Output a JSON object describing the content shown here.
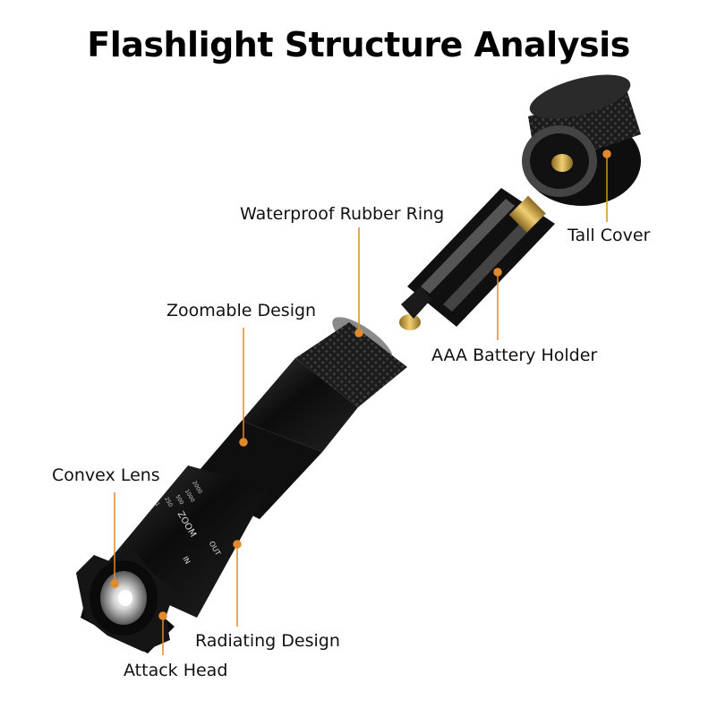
{
  "title": "Flashlight Structure Analysis",
  "labels": {
    "waterproof_ring": "Waterproof Rubber Ring",
    "tall_cover": "Tall Cover",
    "zoomable": "Zoomable Design",
    "battery_holder": "AAA Battery Holder",
    "convex_lens": "Convex Lens",
    "radiating": "Radiating Design",
    "attack_head": "Attack Head"
  },
  "body_markings": {
    "zoom": "ZOOM",
    "out": "OUT",
    "in": "IN",
    "scale": [
      "2000",
      "1000",
      "500",
      "250",
      "1"
    ]
  },
  "colors": {
    "callout_line": "#e08a2c",
    "callout_dot": "#e08a2c",
    "metal": "#1a1a1a",
    "brass": "#c9a24a"
  }
}
